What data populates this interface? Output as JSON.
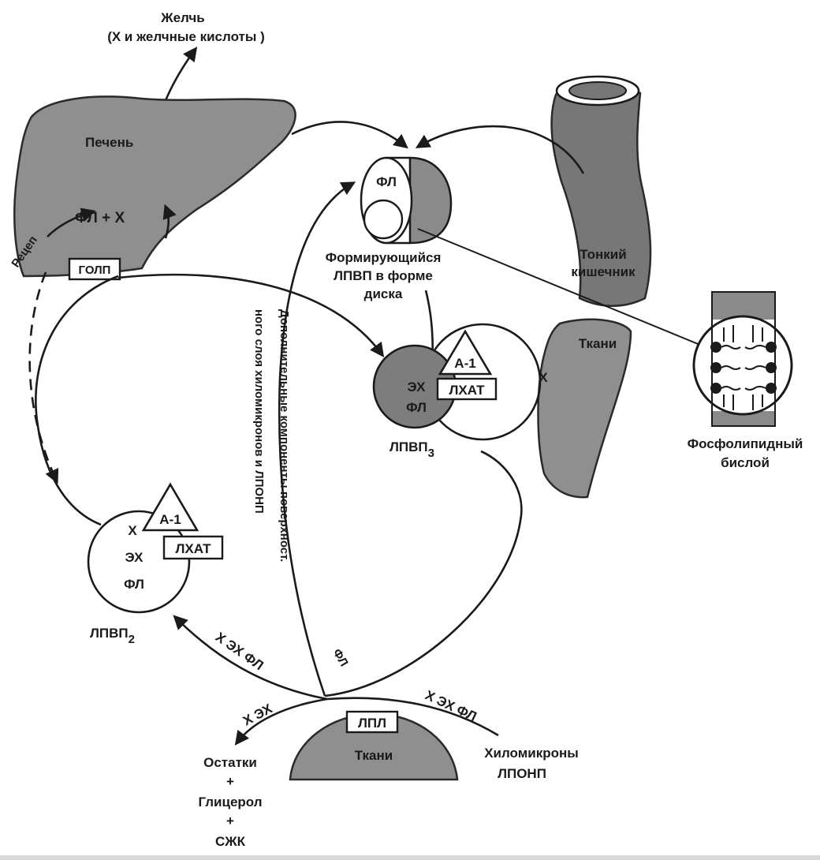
{
  "bile": {
    "line1": "Желчь",
    "line2": "(Х и желчные кислоты )"
  },
  "liver": {
    "label": "Печень",
    "inner": "ФЛ + Х",
    "receptor_partial": "Рецеп"
  },
  "holp": "ГОЛП",
  "intestine": {
    "line1": "Тонкий",
    "line2": "кишечник"
  },
  "disc": {
    "fl": "ФЛ",
    "caption_1": "Формирующийся",
    "caption_2": "ЛПВП в форме",
    "caption_3": "диска"
  },
  "bilayer": {
    "line1": "Фосфолипидный",
    "line2": "бислой"
  },
  "hdl3": {
    "ex": "ЭХ",
    "fl": "ФЛ",
    "a1": "А-1",
    "lcat": "ЛХАТ",
    "name": "ЛПВП",
    "sub": "3",
    "x": "Х"
  },
  "tissues_right": "Ткани",
  "hdl2": {
    "x": "Х",
    "ex": "ЭХ",
    "fl": "ФЛ",
    "a1": "А-1",
    "lcat": "ЛХАТ",
    "name": "ЛПВП",
    "sub": "2"
  },
  "vertical_text_1": "Дополнительные компоненты поверхност.",
  "vertical_text_2": "ного слоя хиломикронов и ЛПОНП",
  "flow": {
    "x_ex_fl_left": "Х  ЭХ ФЛ",
    "x_ex_bottom": "Х ЭХ",
    "x_ex_fl_right": "Х  ЭХ ФЛ",
    "fl_small": "ФЛ"
  },
  "lpl": "ЛПЛ",
  "tissues_bottom": "Ткани",
  "chylomicrons": {
    "line1": "Хиломикроны",
    "line2": "ЛПОНП"
  },
  "remnants": {
    "line1": "Остатки",
    "plus1": "+",
    "line2": "Глицерол",
    "plus2": "+",
    "line3": "СЖК"
  }
}
